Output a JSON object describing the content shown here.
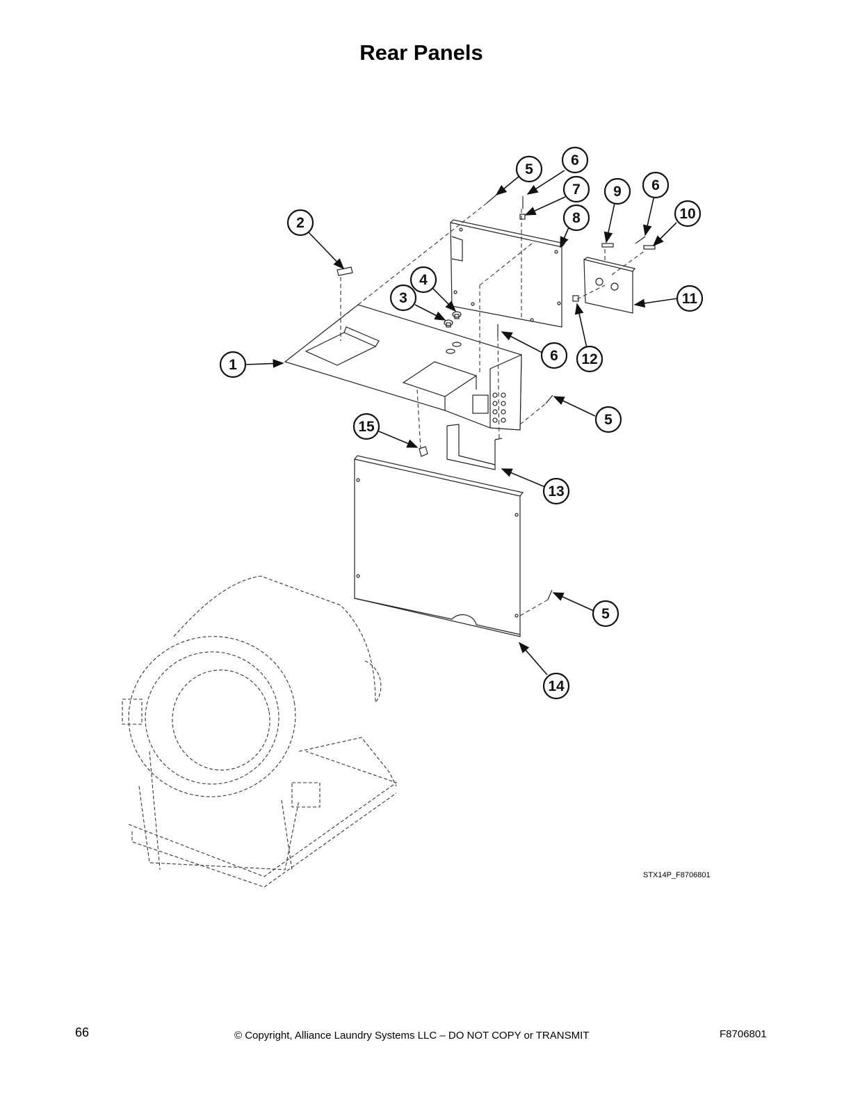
{
  "page": {
    "title": "Rear Panels",
    "figure_id": "STX14P_F8706801",
    "page_number": "66",
    "copyright": "© Copyright, Alliance Laundry Systems LLC – DO NOT COPY or TRANSMIT",
    "doc_code": "F8706801"
  },
  "callouts": [
    {
      "label": "1"
    },
    {
      "label": "2"
    },
    {
      "label": "3"
    },
    {
      "label": "4"
    },
    {
      "label": "5"
    },
    {
      "label": "6"
    },
    {
      "label": "7"
    },
    {
      "label": "8"
    },
    {
      "label": "9"
    },
    {
      "label": "6"
    },
    {
      "label": "10"
    },
    {
      "label": "11"
    },
    {
      "label": "6"
    },
    {
      "label": "12"
    },
    {
      "label": "5"
    },
    {
      "label": "15"
    },
    {
      "label": "13"
    },
    {
      "label": "5"
    },
    {
      "label": "14"
    }
  ]
}
